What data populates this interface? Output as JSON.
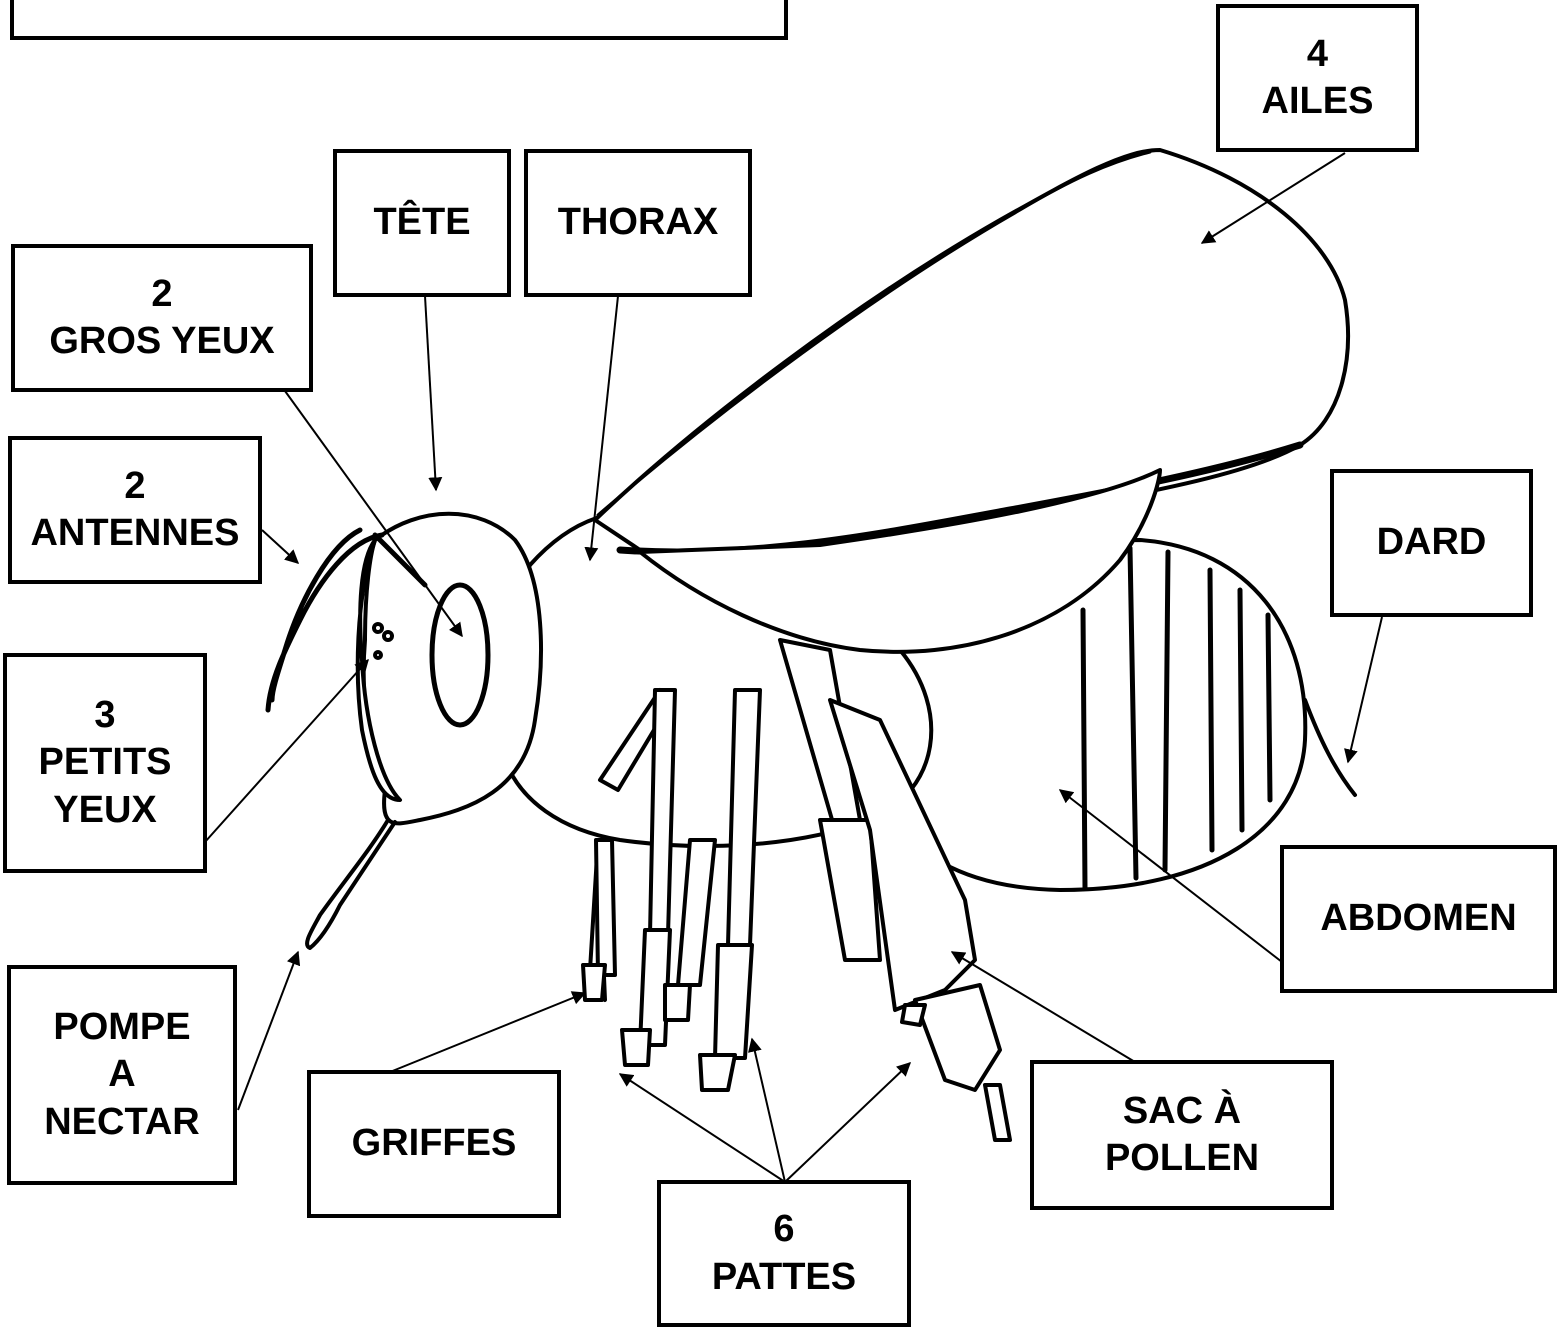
{
  "labels": {
    "title_box": "",
    "ailes": {
      "count": "4",
      "name": "AILES"
    },
    "tete": "TÊTE",
    "thorax": "THORAX",
    "gros_yeux": {
      "count": "2",
      "name": "GROS YEUX"
    },
    "antennes": {
      "count": "2",
      "name": "ANTENNES"
    },
    "petits_yeux": {
      "count": "3",
      "line1": "PETITS",
      "line2": "YEUX"
    },
    "pompe": {
      "line1": "POMPE",
      "line2": "A",
      "line3": "NECTAR"
    },
    "griffes": "GRIFFES",
    "pattes": {
      "count": "6",
      "name": "PATTES"
    },
    "sac": {
      "line1": "SAC À",
      "line2": "POLLEN"
    },
    "abdomen": "ABDOMEN",
    "dard": "DARD"
  },
  "colors": {
    "ink": "#000000",
    "paper": "#ffffff"
  }
}
